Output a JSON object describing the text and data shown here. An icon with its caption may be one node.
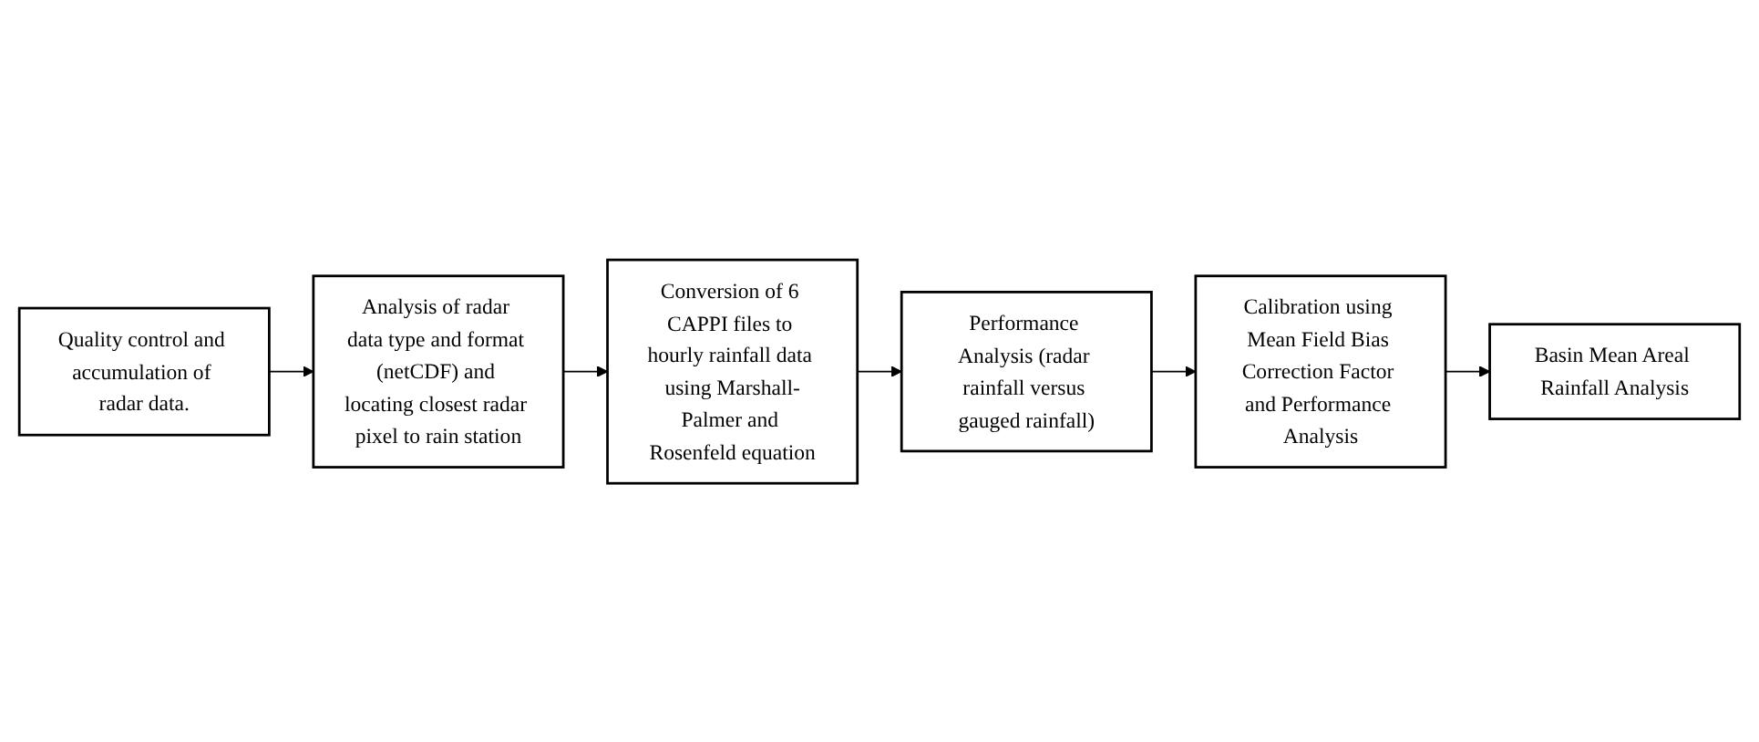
{
  "diagram": {
    "nodes": [
      {
        "text": [
          "Quality control and accumulation of radar data."
        ]
      },
      {
        "text": [
          "Analysis of radar data type and format (netCDF) and locating closest radar pixel to rain station"
        ]
      },
      {
        "text": [
          "Conversion of 6 CAPPI files to hourly rainfall data using Marshall-Palmer and Rosenfeld equation"
        ]
      },
      {
        "text": [
          "Performance Analysis (radar rainfall versus gauged rainfall)"
        ]
      },
      {
        "text": [
          "Calibration using Mean Field Bias Correction Factor and Performance Analysis"
        ]
      },
      {
        "text": [
          "Basin Mean Areal Rainfall Analysis"
        ]
      }
    ],
    "edges": [
      {
        "from": 0,
        "to": 1,
        "arrow": "to"
      },
      {
        "from": 1,
        "to": 2,
        "arrow": "to"
      },
      {
        "from": 2,
        "to": 3,
        "arrow": "to"
      },
      {
        "from": 3,
        "to": 4,
        "arrow": "to"
      },
      {
        "from": 4,
        "to": 5,
        "arrow": "to"
      }
    ]
  }
}
